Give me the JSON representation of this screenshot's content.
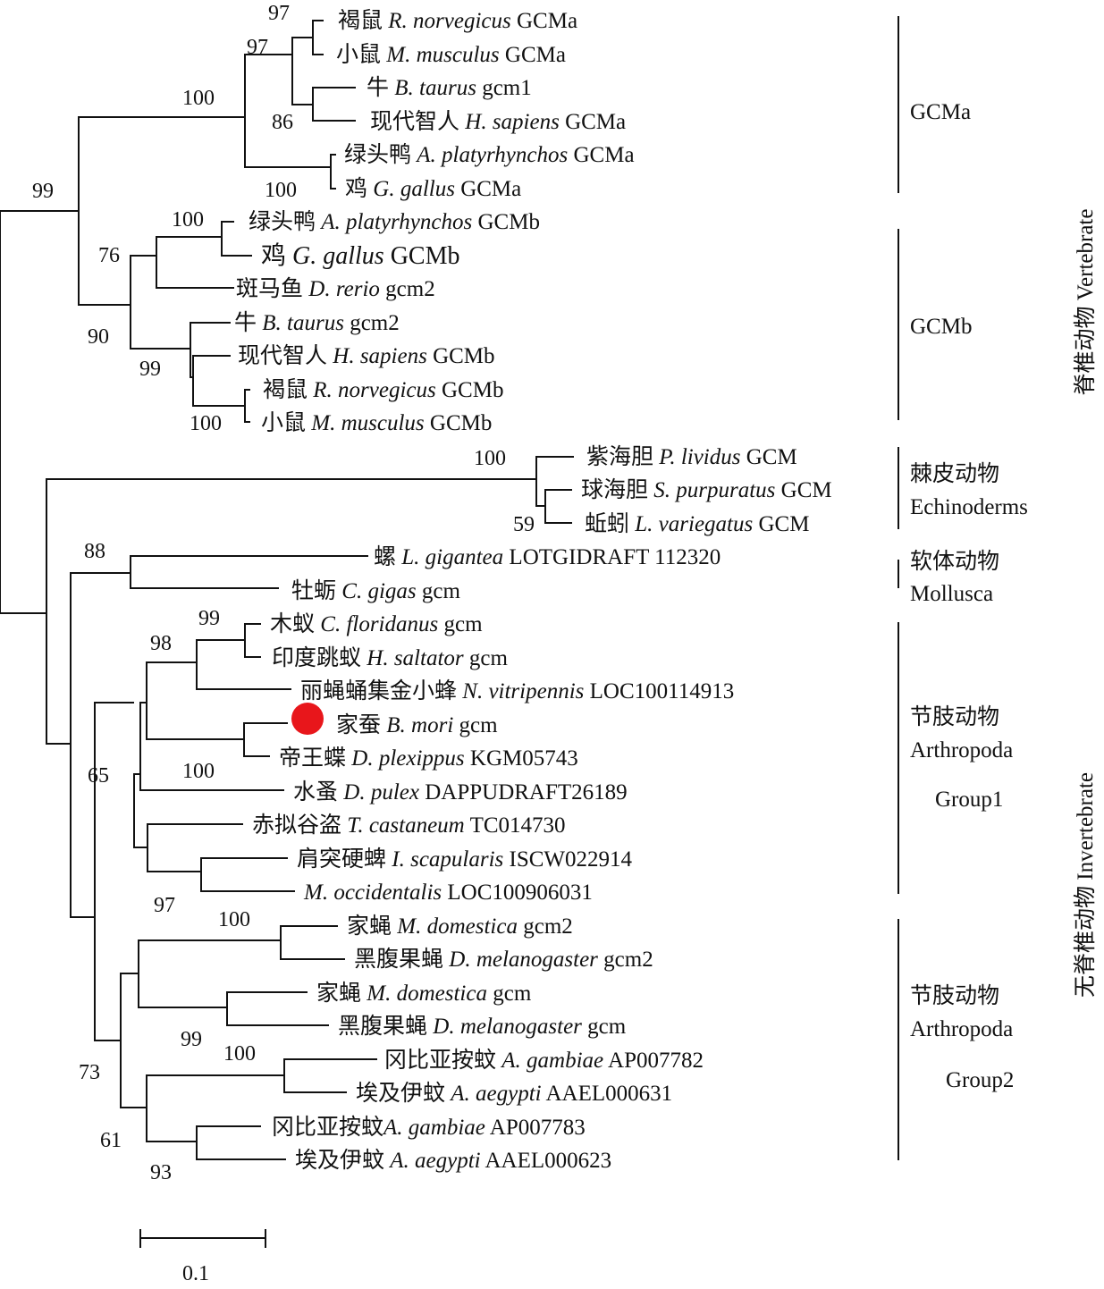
{
  "taxa": [
    {
      "cn": "褐鼠",
      "sp": "R. norvegicus",
      "gene": "GCMa"
    },
    {
      "cn": "小鼠",
      "sp": "M. musculus",
      "gene": "GCMa"
    },
    {
      "cn": "牛",
      "sp": "B. taurus",
      "gene": "gcm1"
    },
    {
      "cn": "现代智人",
      "sp": "H. sapiens",
      "gene": "GCMa"
    },
    {
      "cn": "绿头鸭",
      "sp": "A. platyrhynchos",
      "gene": "GCMa"
    },
    {
      "cn": "鸡",
      "sp": "G. gallus",
      "gene": "GCMa"
    },
    {
      "cn": "绿头鸭",
      "sp": "A. platyrhynchos",
      "gene": "GCMb"
    },
    {
      "cn": "鸡",
      "sp": "G. gallus",
      "gene": "GCMb"
    },
    {
      "cn": "斑马鱼",
      "sp": "D. rerio",
      "gene": "gcm2"
    },
    {
      "cn": "牛",
      "sp": "B. taurus",
      "gene": "gcm2"
    },
    {
      "cn": "现代智人",
      "sp": "H. sapiens",
      "gene": "GCMb"
    },
    {
      "cn": "褐鼠",
      "sp": "R. norvegicus",
      "gene": "GCMb"
    },
    {
      "cn": "小鼠",
      "sp": "M. musculus",
      "gene": "GCMb"
    },
    {
      "cn": "紫海胆",
      "sp": "P. lividus",
      "gene": "GCM"
    },
    {
      "cn": "球海胆",
      "sp": "S. purpuratus",
      "gene": "GCM"
    },
    {
      "cn": "蚯蚓",
      "sp": "L. variegatus",
      "gene": "GCM"
    },
    {
      "cn": "螺",
      "sp": "L. gigantea",
      "gene": "LOTGIDRAFT 112320"
    },
    {
      "cn": "牡蛎",
      "sp": "C. gigas",
      "gene": "gcm"
    },
    {
      "cn": "木蚁",
      "sp": "C. floridanus",
      "gene": "gcm"
    },
    {
      "cn": "印度跳蚁",
      "sp": "H. saltator",
      "gene": "gcm"
    },
    {
      "cn": "丽蝇蛹集金小蜂",
      "sp": "N. vitripennis",
      "gene": "LOC100114913"
    },
    {
      "cn": "家蚕",
      "sp": "B. mori",
      "gene": "gcm"
    },
    {
      "cn": "帝王蝶",
      "sp": "D. plexippus",
      "gene": "KGM05743"
    },
    {
      "cn": "水蚤",
      "sp": "D. pulex",
      "gene": "DAPPUDRAFT26189"
    },
    {
      "cn": "赤拟谷盗",
      "sp": "T. castaneum",
      "gene": "TC014730"
    },
    {
      "cn": "肩突硬蜱",
      "sp": "I. scapularis",
      "gene": "ISCW022914"
    },
    {
      "cn": "",
      "sp": "M. occidentalis",
      "gene": "LOC100906031"
    },
    {
      "cn": "家蝇",
      "sp": "M. domestica",
      "gene": "gcm2"
    },
    {
      "cn": "黑腹果蝇",
      "sp": "D. melanogaster",
      "gene": "gcm2"
    },
    {
      "cn": "家蝇",
      "sp": "M. domestica",
      "gene": "gcm"
    },
    {
      "cn": "黑腹果蝇",
      "sp": "D. melanogaster",
      "gene": "gcm"
    },
    {
      "cn": "冈比亚按蚊",
      "sp": "A. gambiae",
      "gene": "AP007782"
    },
    {
      "cn": "埃及伊蚊",
      "sp": "A. aegypti",
      "gene": "AAEL000631"
    },
    {
      "cn": "冈比亚按蚊",
      "sp": "A. gambiae",
      "gene": "AP007783"
    },
    {
      "cn": "埃及伊蚊",
      "sp": "A. aegypti",
      "gene": "AAEL000623"
    }
  ],
  "bootstrap": [
    "97",
    "97",
    "86",
    "100",
    "100",
    "99",
    "100",
    "76",
    "90",
    "99",
    "100",
    "100",
    "59",
    "88",
    "99",
    "98",
    "100",
    "65",
    "97",
    "100",
    "99",
    "100",
    "73",
    "61",
    "93"
  ],
  "groups": {
    "gcma": "GCMa",
    "gcmb": "GCMb",
    "echino_cn": "棘皮动物",
    "echino_en": "Echinoderms",
    "mollusca_cn": "软体动物",
    "mollusca_en": "Mollusca",
    "arthro1_cn": "节肢动物",
    "arthro1_en": "Arthropoda",
    "arthro1_grp": "Group1",
    "arthro2_cn": "节肢动物",
    "arthro2_en": "Arthropoda",
    "arthro2_grp": "Group2"
  },
  "side_labels": {
    "vertebrate": "脊椎动物 Vertebrate",
    "invertebrate": "无脊椎动物 Invertebrate"
  },
  "scale_bar": {
    "value": "0.1"
  },
  "highlight": {
    "taxon_index": 21,
    "color": "#e8161b"
  }
}
